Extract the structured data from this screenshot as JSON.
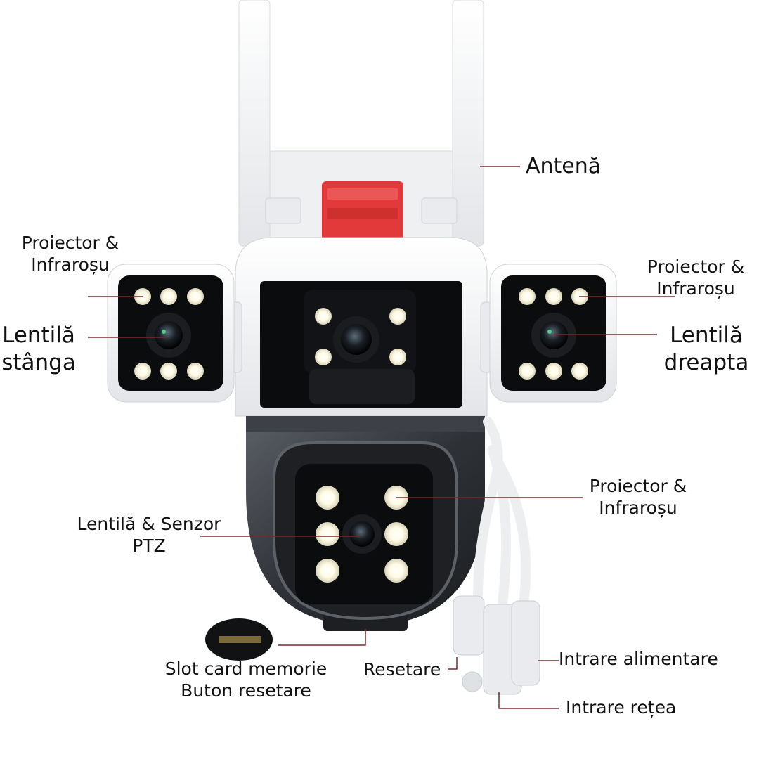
{
  "labels": {
    "antenna": "Antenă",
    "top_left_projector": [
      "Proiector &",
      "Infraroșu"
    ],
    "top_right_projector": [
      "Proiector &",
      "Infraroșu"
    ],
    "left_lens": [
      "Lentilă",
      "stânga"
    ],
    "right_lens": [
      "Lentilă",
      "dreapta"
    ],
    "ptz_projector": [
      "Proiector &",
      "Infraroșu"
    ],
    "ptz_lens": [
      "Lentilă & Senzor",
      "PTZ"
    ],
    "memory_slot": [
      "Slot card memorie",
      "Buton resetare"
    ],
    "reset": "Resetare",
    "power_input": "Intrare alimentare",
    "network_input": "Intrare rețea"
  },
  "colors": {
    "leader_line": "#7a2a2a",
    "warning_light": "#e23a3a",
    "housing_white": "#f4f5f6",
    "housing_dark": "#2b2e33",
    "led": "#fffbe6"
  }
}
